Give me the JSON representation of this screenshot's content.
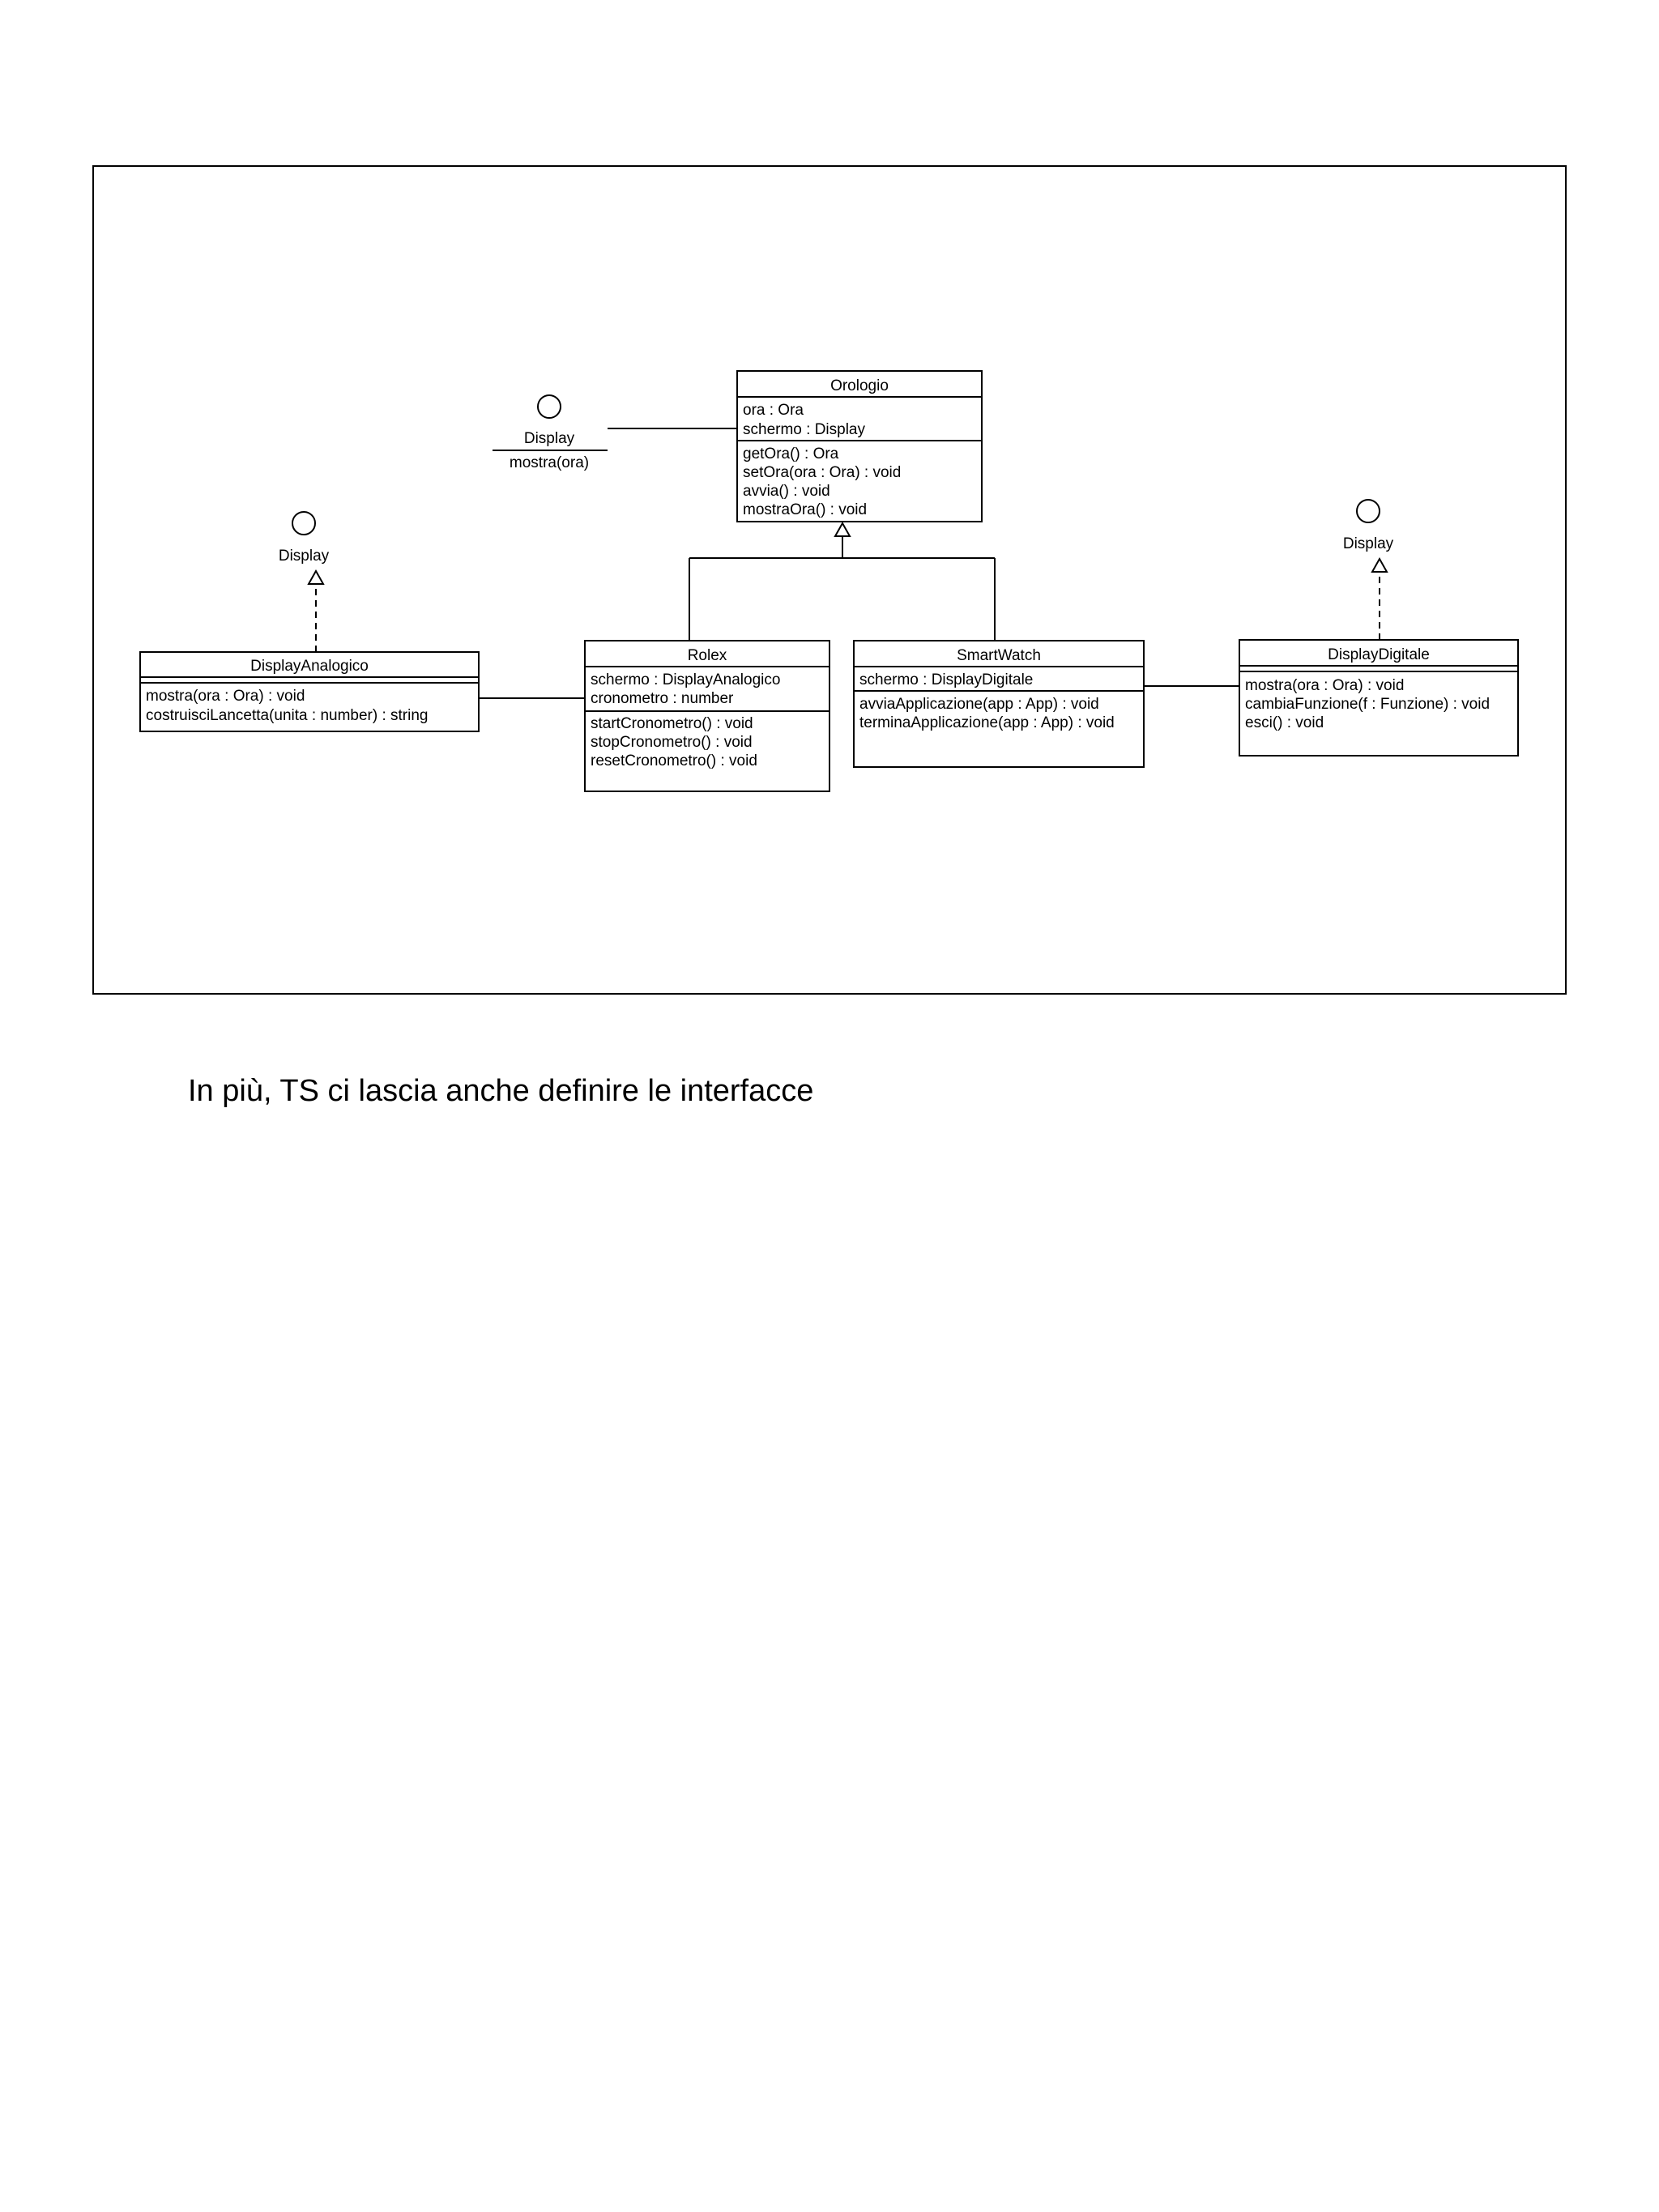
{
  "caption": "In più, TS ci lascia anche definire le interfacce",
  "classes": {
    "orologio": {
      "name": "Orologio",
      "attributes": [
        "ora : Ora",
        "schermo : Display"
      ],
      "methods": [
        "getOra() : Ora",
        "setOra(ora : Ora) : void",
        "avvia() : void",
        "mostraOra() : void"
      ]
    },
    "rolex": {
      "name": "Rolex",
      "attributes": [
        "schermo : DisplayAnalogico",
        "cronometro : number"
      ],
      "methods": [
        "startCronometro() : void",
        "stopCronometro() : void",
        "resetCronometro() : void"
      ]
    },
    "smartwatch": {
      "name": "SmartWatch",
      "attributes": [
        "schermo : DisplayDigitale"
      ],
      "methods": [
        "avviaApplicazione(app : App) : void",
        "terminaApplicazione(app : App) : void"
      ]
    },
    "display_analogico": {
      "name": "DisplayAnalogico",
      "attributes": [],
      "methods": [
        "mostra(ora : Ora) : void",
        "costruisciLancetta(unita : number) : string"
      ]
    },
    "display_digitale": {
      "name": "DisplayDigitale",
      "attributes": [],
      "methods": [
        "mostra(ora : Ora) : void",
        "cambiaFunzione(f : Funzione) : void",
        "esci() : void"
      ]
    }
  },
  "interfaces": {
    "display_top": {
      "name": "Display",
      "operation": "mostra(ora)"
    },
    "display_left": {
      "name": "Display"
    },
    "display_right": {
      "name": "Display"
    }
  }
}
